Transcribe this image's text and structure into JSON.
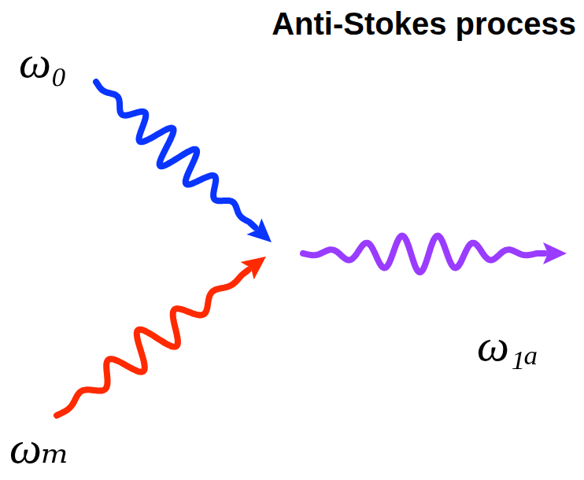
{
  "diagram": {
    "title": "Anti-Stokes process",
    "labels": [
      "ω₀",
      "ωₘ",
      "ω₁ₐ"
    ]
  }
}
